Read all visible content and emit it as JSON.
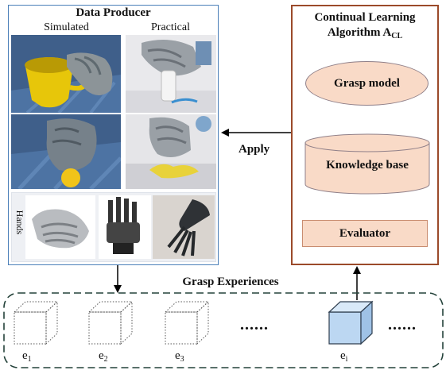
{
  "producer": {
    "title": "Data Producer",
    "simulated_label": "Simulated",
    "practical_label": "Practical",
    "hands_label": "Hands"
  },
  "algorithm": {
    "title_line1": "Continual Learning",
    "title_line2": "Algorithm A",
    "title_sub": "CL",
    "grasp_model": "Grasp model",
    "knowledge_base": "Knowledge base",
    "evaluator": "Evaluator"
  },
  "apply_label": "Apply",
  "experiences": {
    "title": "Grasp Experiences",
    "items": [
      {
        "base": "e",
        "sub": "1"
      },
      {
        "base": "e",
        "sub": "2"
      },
      {
        "base": "e",
        "sub": "3"
      },
      {
        "base": "e",
        "sub": "i"
      }
    ],
    "ellipsis": "......"
  },
  "colors": {
    "producer_border": "#4a7fb8",
    "cl_border": "#9b4a2a",
    "component_fill": "#f9dac7",
    "cube_highlight": "#bcd7f2",
    "sim_floor": "#3f5f8a"
  }
}
